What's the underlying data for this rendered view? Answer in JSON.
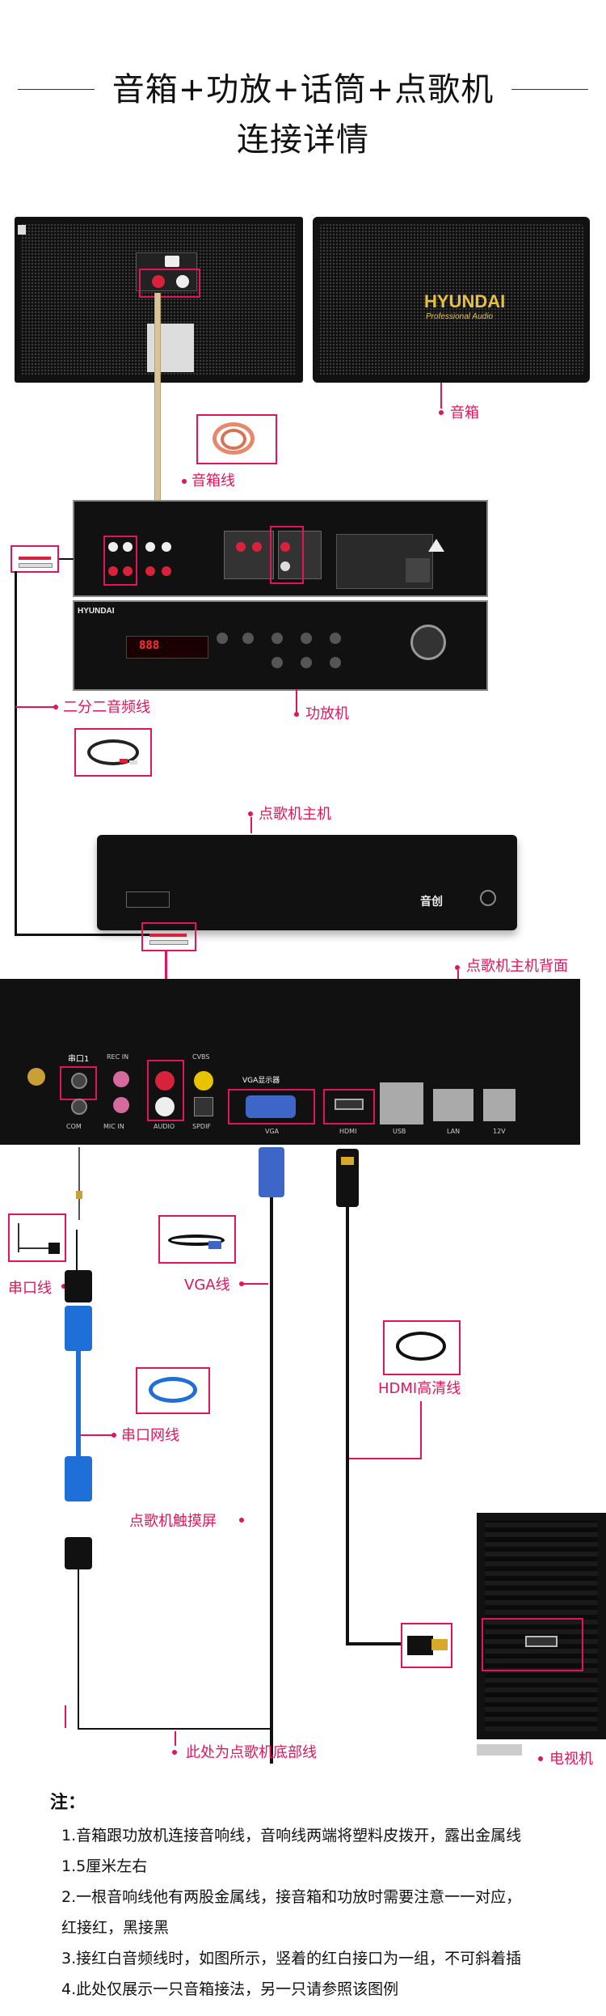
{
  "header": {
    "title_line1": "音箱+功放+话筒+点歌机",
    "title_line2": "连接详情"
  },
  "labels": {
    "speaker": "音箱",
    "speaker_cable": "音箱线",
    "rca_cable": "二分二音频线",
    "amplifier": "功放机",
    "karaoke_host": "点歌机主机",
    "host_back": "点歌机主机背面",
    "serial_cable": "串口线",
    "vga_cable": "VGA线",
    "serial_net_cable": "串口网线",
    "hdmi_cable": "HDMI高清线",
    "touchscreen": "点歌机触摸屏",
    "bottom_wire": "此处为点歌机底部线",
    "tv": "电视机"
  },
  "devices": {
    "speaker_brand": "HYUNDAI",
    "speaker_sub": "Professional Audio",
    "amp_brand": "HYUNDAI",
    "host_brand": "音创"
  },
  "ports": {
    "serial": "串口1",
    "rec_in": "REC IN",
    "com": "COM",
    "mic_in": "MIC IN",
    "audio": "AUDIO",
    "cvbs": "CVBS",
    "spdif": "SPDIF",
    "vga_display": "VGA显示器",
    "vga": "VGA",
    "hdmi": "HDMI",
    "usb": "USB",
    "lan": "LAN",
    "power": "12V"
  },
  "notes": {
    "heading": "注：",
    "items": [
      "1.音箱跟功放机连接音响线，音响线两端将塑料皮拨开，露出金属线",
      "1.5厘米左右",
      "2.一根音响线他有两股金属线，接音箱和功放时需要注意一一对应，",
      "红接红，黑接黑",
      "3.接红白音频线时，如图所示，竖着的红白接口为一组，不可斜着插",
      "4.此处仅展示一只音箱接法，另一只请参照该图例"
    ]
  },
  "colors": {
    "accent": "#e4145a",
    "device": "#111111",
    "cable_blue": "#1e6fd8"
  }
}
